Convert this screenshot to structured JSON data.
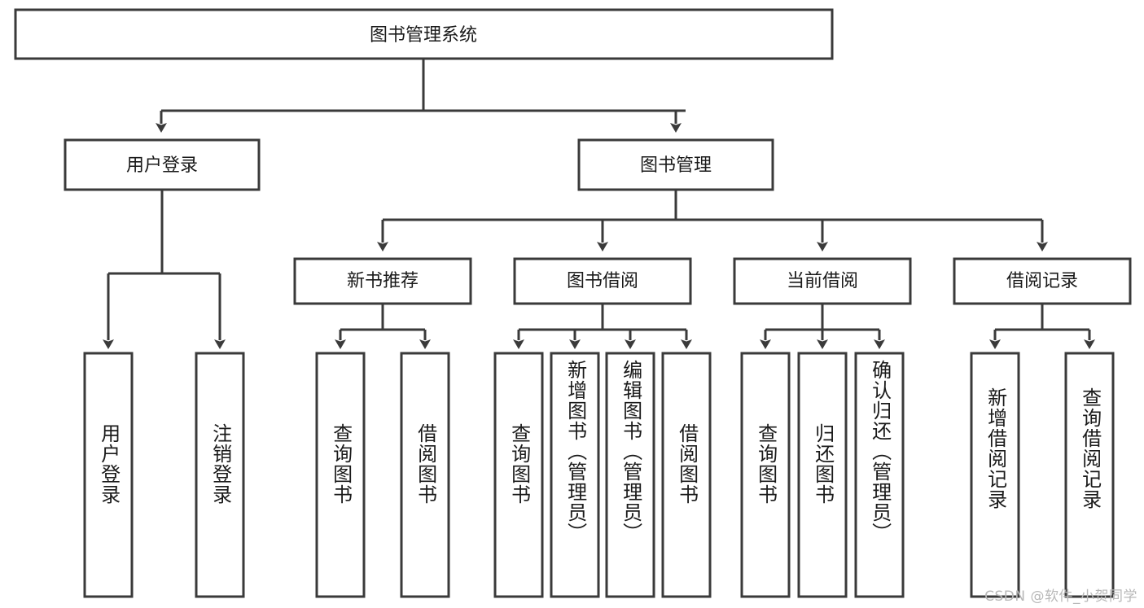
{
  "diagram": {
    "title_node": {
      "label": "图书管理系统"
    },
    "level2": [
      {
        "id": "user-login",
        "label": "用户登录"
      },
      {
        "id": "book-manage",
        "label": "图书管理"
      }
    ],
    "level3": [
      {
        "id": "new-book-recommend",
        "label": "新书推荐",
        "parent": "book-manage"
      },
      {
        "id": "book-borrow",
        "label": "图书借阅",
        "parent": "book-manage"
      },
      {
        "id": "current-borrow",
        "label": "当前借阅",
        "parent": "book-manage"
      },
      {
        "id": "borrow-record",
        "label": "借阅记录",
        "parent": "book-manage"
      }
    ],
    "leaves": [
      {
        "id": "leaf-user-login",
        "label": "用户登录",
        "parent": "user-login"
      },
      {
        "id": "leaf-user-logout",
        "label": "注销登录",
        "parent": "user-login"
      },
      {
        "id": "leaf-query-book-1",
        "label": "查询图书",
        "parent": "new-book-recommend"
      },
      {
        "id": "leaf-borrow-book-1",
        "label": "借阅图书",
        "parent": "new-book-recommend"
      },
      {
        "id": "leaf-query-book-2",
        "label": "查询图书",
        "parent": "book-borrow"
      },
      {
        "id": "leaf-add-book",
        "label": "新增图书（管理员）",
        "parent": "book-borrow"
      },
      {
        "id": "leaf-edit-book",
        "label": "编辑图书（管理员）",
        "parent": "book-borrow"
      },
      {
        "id": "leaf-borrow-book-2",
        "label": "借阅图书",
        "parent": "book-borrow"
      },
      {
        "id": "leaf-query-book-3",
        "label": "查询图书",
        "parent": "current-borrow"
      },
      {
        "id": "leaf-return-book",
        "label": "归还图书",
        "parent": "current-borrow"
      },
      {
        "id": "leaf-confirm-return",
        "label": "确认归还（管理员）",
        "parent": "current-borrow"
      },
      {
        "id": "leaf-add-record",
        "label": "新增借阅记录",
        "parent": "borrow-record"
      },
      {
        "id": "leaf-query-record",
        "label": "查询借阅记录",
        "parent": "borrow-record"
      }
    ],
    "watermark": "CSDN @软件_小贺同学",
    "colors": {
      "stroke": "#3a3a3a",
      "fill": "#ffffff",
      "text": "#1a1a1a",
      "watermark": "#b8b8b8"
    }
  }
}
